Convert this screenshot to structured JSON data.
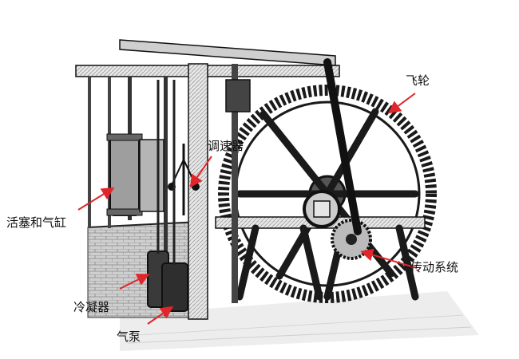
{
  "labels": {
    "flywheel": "飞轮",
    "governor": "调速器",
    "piston_cylinder": "活塞和气缸",
    "transmission": "传动系统",
    "condenser": "冷凝器",
    "air_pump": "气泵"
  },
  "colors": {
    "arrow": "#e0252b",
    "ink": "#1a1a1a",
    "paper": "#ffffff"
  }
}
